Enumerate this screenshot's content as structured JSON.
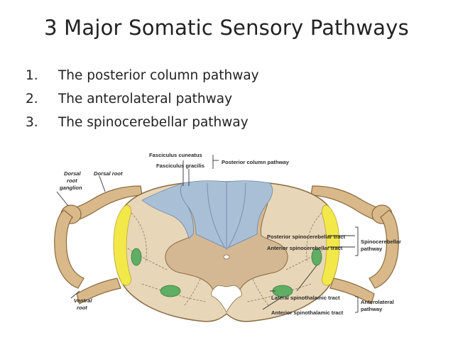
{
  "slide": {
    "title": "3 Major Somatic Sensory Pathways",
    "items": [
      {
        "number": "1.",
        "text": "The posterior column pathway"
      },
      {
        "number": "2.",
        "text": "The anterolateral pathway"
      },
      {
        "number": "3.",
        "text": "The spinocerebellar pathway"
      }
    ]
  },
  "diagram": {
    "labels": {
      "fasciculus_cuneatus": "Fasciculus cuneatus",
      "fasciculus_gracilis": "Fasciculus gracilis",
      "posterior_column_pathway": "Posterior column pathway",
      "dorsal_root_ganglion_1": "Dorsal",
      "dorsal_root_ganglion_2": "root",
      "dorsal_root_ganglion_3": "ganglion",
      "dorsal_root": "Dorsal root",
      "posterior_spinocerebellar_tract": "Posterior spinocerebellar tract",
      "anterior_spinocerebellar_tract": "Anterior spinocerebellar tract",
      "spinocerebellar_pathway_1": "Spinocerebellar",
      "spinocerebellar_pathway_2": "pathway",
      "ventral_root_1": "Ventral",
      "ventral_root_2": "root",
      "lateral_spinothalamic_tract": "Lateral spinothalamic tract",
      "anterior_spinothalamic_tract": "Anterior spinothalamic tract",
      "anterolateral_pathway_1": "Anterolateral",
      "anterolateral_pathway_2": "pathway"
    },
    "colors": {
      "white_matter": "#e8d6b8",
      "gray_matter": "#d4b894",
      "posterior_column": "#a9bfd6",
      "spinocerebellar": "#f3e84a",
      "spinothalamic": "#5fae63",
      "root": "#d9b98a",
      "leader_line": "#333333"
    }
  }
}
